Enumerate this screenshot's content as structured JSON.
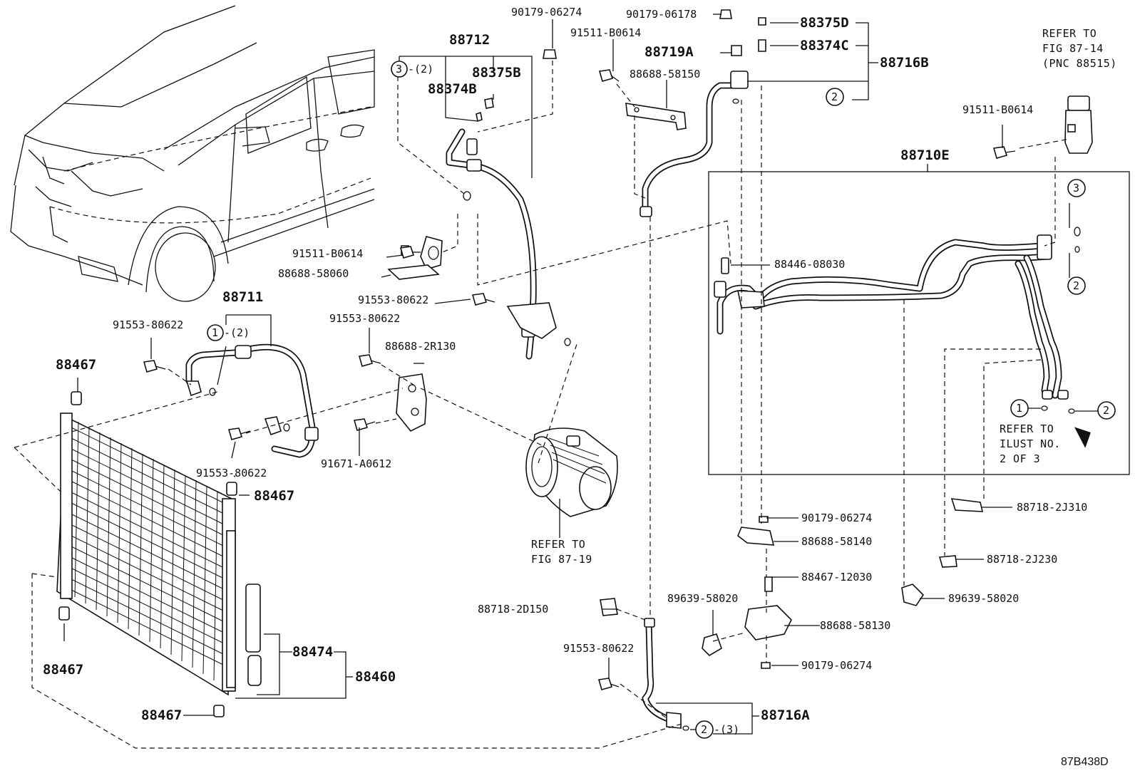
{
  "diagram_code": "87B438D",
  "notes": {
    "refer_fig_87_14": [
      "REFER TO",
      "FIG 87-14",
      "(PNC 88515)"
    ],
    "refer_fig_87_19": [
      "REFER TO",
      "FIG 87-19"
    ],
    "refer_ilust": [
      "REFER TO",
      "ILUST NO.",
      "2 OF 3"
    ]
  },
  "callouts": {
    "c1": "1",
    "c2": "2",
    "c3": "3",
    "qty2": "-(2)",
    "qty3": "-(3)"
  },
  "labels": {
    "l_90179_06274_top": "90179-06274",
    "l_88712": "88712",
    "l_88375B": "88375B",
    "l_88374B": "88374B",
    "l_90179_06178": "90179-06178",
    "l_91511_b0614_a": "91511-B0614",
    "l_88719A": "88719A",
    "l_88688_58150": "88688-58150",
    "l_88375D": "88375D",
    "l_88374C": "88374C",
    "l_88716B": "88716B",
    "l_91511_b0614_b": "91511-B0614",
    "l_88710E": "88710E",
    "l_91511_b0614_c": "91511-B0614",
    "l_88688_58060": "88688-58060",
    "l_88446_08030": "88446-08030",
    "l_88711": "88711",
    "l_91553_80622_a": "91553-80622",
    "l_91553_80622_b": "91553-80622",
    "l_91553_80622_c": "91553-80622",
    "l_88688_2R130": "88688-2R130",
    "l_88467_a": "88467",
    "l_91553_80622_d": "91553-80622",
    "l_91671_A0612": "91671-A0612",
    "l_88467_b": "88467",
    "l_88718_2J310": "88718-2J310",
    "l_90179_06274_b": "90179-06274",
    "l_88688_58140": "88688-58140",
    "l_88718_2J230": "88718-2J230",
    "l_88467_12030": "88467-12030",
    "l_89639_58020_a": "89639-58020",
    "l_89639_58020_b": "89639-58020",
    "l_88718_2D150": "88718-2D150",
    "l_88688_58130": "88688-58130",
    "l_91553_80622_e": "91553-80622",
    "l_90179_06274_c": "90179-06274",
    "l_88467_c": "88467",
    "l_88474": "88474",
    "l_88460": "88460",
    "l_88467_d": "88467",
    "l_88716A": "88716A"
  },
  "colors": {
    "line": "#111111",
    "background": "#ffffff"
  }
}
